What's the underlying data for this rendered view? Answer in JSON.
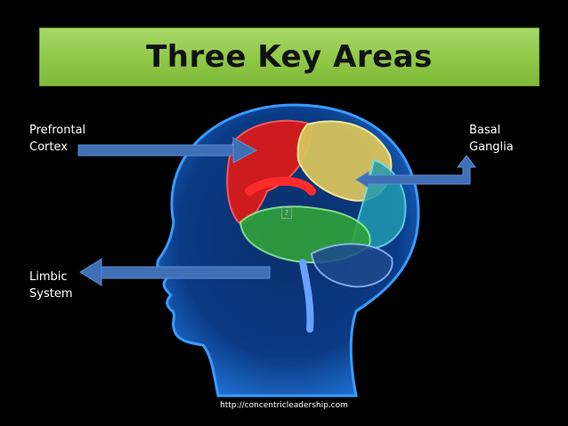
{
  "title": "Three Key Areas",
  "labels": {
    "prefrontal_line1": "Prefrontal",
    "prefrontal_line2": "Cortex",
    "basal_line1": "Basal",
    "basal_line2": "Ganglia",
    "limbic_line1": "Limbic",
    "limbic_line2": "System"
  },
  "credit": "http://concentricleadership.com",
  "colors": {
    "banner": "#8fc846",
    "arrow": "#3f6fb5",
    "head_glow": "#2a7fd6",
    "prefrontal": "#e0201e",
    "basal": "#e7d36a",
    "limbic": "#3fae45"
  }
}
